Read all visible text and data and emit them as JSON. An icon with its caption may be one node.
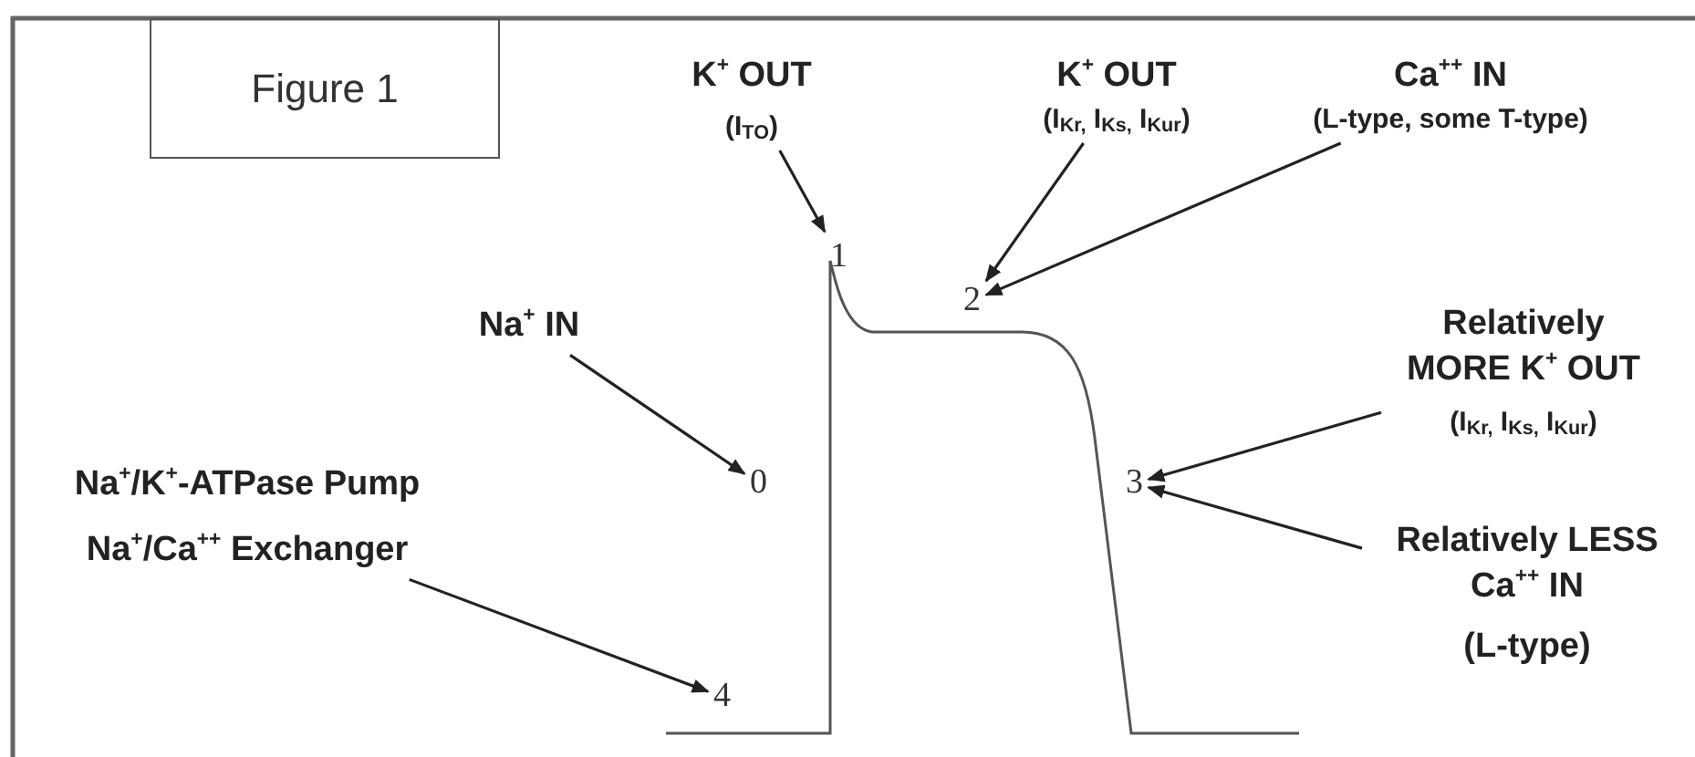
{
  "diagram": {
    "nodes": [
      {
        "text": [
          "Figure 1"
        ]
      },
      {
        "text": [
          "K$^{+}$ OUT",
          "(I$_{TO}$)"
        ]
      },
      {
        "text": [
          "K$^{+}$ OUT",
          "(I$_{Kr,}$ I$_{Ks,}$ I$_{Kur}$)"
        ]
      },
      {
        "text": [
          "Ca$^{++}$ IN",
          "(L-type, some T-type)"
        ]
      },
      {
        "text": [
          "1"
        ]
      },
      {
        "text": [
          "2"
        ]
      },
      {
        "text": [
          "Na$^{+}$ IN"
        ]
      },
      {
        "text": [
          "Relatively MORE K$^{+}$ OUT",
          "(I$_{Kr,}$ I$_{Ks,}$ I$_{Kur}$)"
        ]
      },
      {
        "text": [
          "0"
        ]
      },
      {
        "text": [
          "3"
        ]
      },
      {
        "text": [
          "Na$^{+}$/K$^{+}$-ATPase Pump",
          "Na$^{+}$/Ca$^{++}$ Exchanger"
        ]
      },
      {
        "text": [
          "Relatively LESS Ca$^{++}$ IN",
          "(L-type)"
        ]
      },
      {
        "text": [
          "4"
        ]
      }
    ],
    "edges": [
      {
        "from": 1,
        "to": 4,
        "arrow": "to"
      },
      {
        "from": 2,
        "to": 5,
        "arrow": "to"
      },
      {
        "from": 3,
        "to": 5,
        "arrow": "to"
      },
      {
        "from": 6,
        "to": 8,
        "arrow": "to"
      },
      {
        "from": 7,
        "to": 9,
        "arrow": "to"
      },
      {
        "from": 11,
        "to": 9,
        "arrow": "to"
      },
      {
        "from": 10,
        "to": 12,
        "arrow": "to"
      }
    ]
  }
}
